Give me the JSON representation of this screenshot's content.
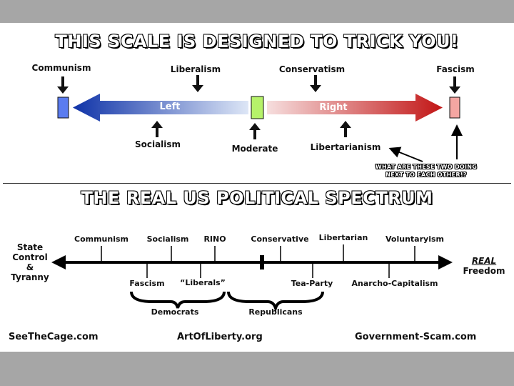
{
  "top": {
    "title": "THIS SCALE IS DESIGNED TO TRICK YOU!",
    "arrow_left_label": "Left",
    "arrow_right_label": "Right",
    "labels_above": [
      "Communism",
      "Liberalism",
      "Conservatism",
      "Fascism"
    ],
    "labels_below": [
      "Socialism",
      "Moderate",
      "Libertarianism"
    ],
    "note": "WHAT ARE THESE TWO DOING NEXT TO EACH OTHER!?"
  },
  "bottom": {
    "title": "THE REAL US POLITICAL SPECTRUM",
    "left_end": [
      "State",
      "Control",
      "&",
      "Tyranny"
    ],
    "right_end_real": "REAL",
    "right_end_freedom": "Freedom",
    "labels_above": [
      "Communism",
      "Socialism",
      "RINO",
      "Conservative",
      "Libertarian",
      "Voluntaryism"
    ],
    "labels_below": [
      "Fascism",
      "“Liberals”",
      "Tea-Party",
      "Anarcho-Capitalism"
    ],
    "group_democrats": "Democrats",
    "group_republicans": "Republicans"
  },
  "footer": {
    "left": "SeeTheCage.com",
    "center": "ArtOfLiberty.org",
    "right": "Government-Scam.com"
  },
  "colors": {
    "communism_box": "#5b7cf0",
    "moderate_box": "#b6f26a",
    "fascism_box": "#f4a6a2",
    "left_arrow": "#1a3fae",
    "right_arrow": "#c41e1e"
  }
}
